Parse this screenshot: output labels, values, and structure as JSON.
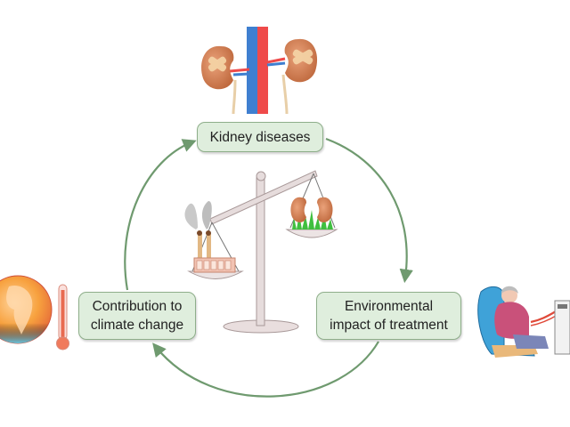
{
  "diagram": {
    "title": "Kidney disease and climate change cycle",
    "nodes": [
      {
        "id": "kidney",
        "lines": [
          "Kidney diseases"
        ]
      },
      {
        "id": "env",
        "lines": [
          "Environmental",
          "impact of treatment"
        ]
      },
      {
        "id": "climate",
        "lines": [
          "Contribution to",
          "climate change"
        ]
      }
    ],
    "edges": [
      {
        "from": "kidney",
        "to": "env"
      },
      {
        "from": "env",
        "to": "climate"
      },
      {
        "from": "climate",
        "to": "kidney"
      }
    ],
    "illustrations": [
      {
        "name": "kidneys-with-bandages",
        "near": "kidney"
      },
      {
        "name": "balance-scale",
        "left_pan": "factory-with-smoke",
        "right_pan": "kidneys-on-grass",
        "tilt": "left-pan-lower"
      },
      {
        "name": "earth-globe",
        "near": "climate"
      },
      {
        "name": "thermometer",
        "near": "climate"
      },
      {
        "name": "patient-on-dialysis",
        "near": "env"
      }
    ],
    "colors": {
      "box_fill": "#dfeedd",
      "box_border": "#8eae8a",
      "arrow": "#6f9a6f",
      "kidney": "#d98a5c",
      "artery": "#ef4a4a",
      "vein": "#3f7fd0"
    }
  }
}
